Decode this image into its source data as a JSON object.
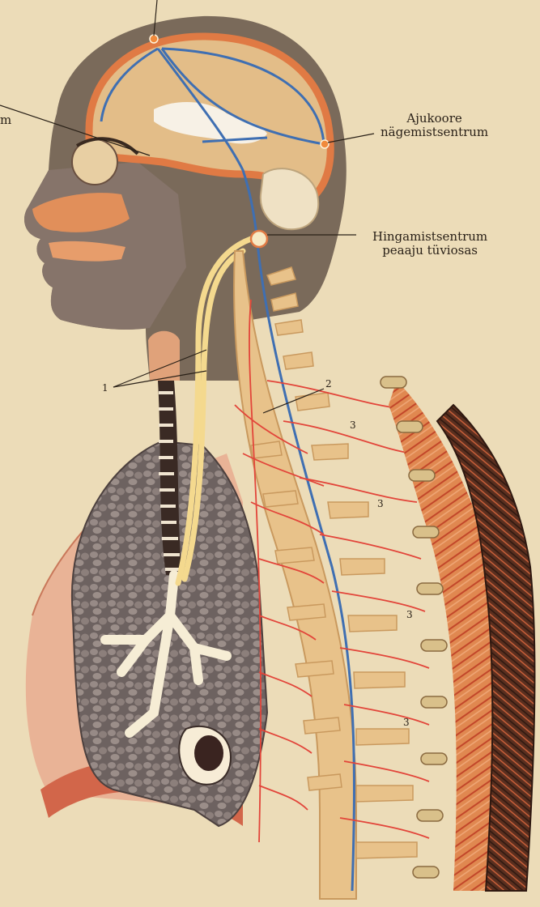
{
  "labels": {
    "visual_center": [
      "Ajukoore",
      "nägemistsentrum"
    ],
    "respiratory_center": [
      "Hingamistsentrum",
      "peaaju tüviosas"
    ],
    "left_partial": "m"
  },
  "numbers": {
    "n1": "1",
    "n2": "2",
    "n3": "3"
  },
  "colors": {
    "paper": "#ecdcb8",
    "skin": "#7a6a5a",
    "skin_dark": "#5c4e42",
    "brain": "#e0b982",
    "brain_rim": "#e07a44",
    "nerve_yellow": "#f4d98e",
    "nerve_red": "#e2453a",
    "nerve_blue": "#3f6fb2",
    "lung": "#6d6260",
    "lung_light": "#978a86",
    "muscle": "#d96a3b",
    "rib_dark": "#4a2a1e",
    "spine": "#e8c28a"
  }
}
